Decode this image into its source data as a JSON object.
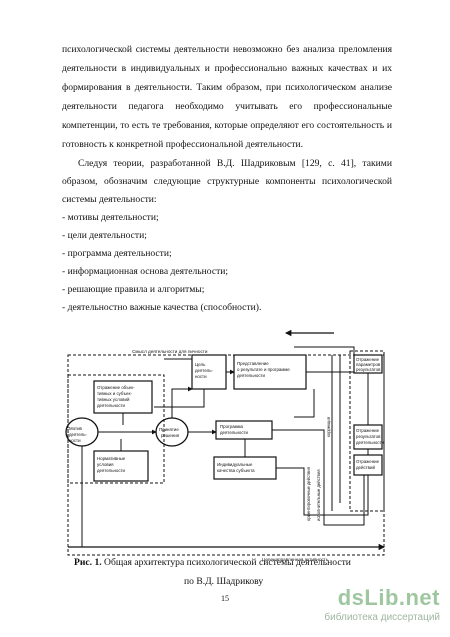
{
  "paragraph1": {
    "lines": [
      "психологической системы деятельности невозможно без анализа преломления",
      "деятельности в индивидуальных и профессионально важных качествах и их",
      "формирования в деятельности. Таким образом, при психологическом анализе",
      "деятельности педагога необходимо учитывать его профессиональные",
      "компетенции, то есть те требования, которые определяют его состоятельность и",
      "готовность к конкретной профессиональной деятельности."
    ]
  },
  "paragraph2": {
    "lines": [
      "Следуя теории, разработанной В.Д. Шадриковым [129, с. 41], такими",
      "образом, обозначим следующие структурные компоненты психологической",
      "системы деятельности:"
    ]
  },
  "list": [
    "- мотивы деятельности;",
    "- цели деятельности;",
    "- программа деятельности;",
    "- информационная основа деятельности;",
    "- решающие правила и алгоритмы;",
    "- деятельностно важные качества (способности)."
  ],
  "diagram": {
    "top_label": "Смысл деятельности для личности",
    "bottom_label": "Целенаправленная активность",
    "blocks": {
      "motives": "Мотив деятель-ности",
      "reflection_conditions": "Отражение объек-тивных и субъек-тивных условий деятельности",
      "normative": "Нормативные условия деятельности",
      "decision": "Принятие решения",
      "goal": "Цель деятель-ности",
      "representation": "Представление о результате и программе деятельности",
      "program": "Программа деятельности",
      "individual": "Индивидуальные качества субъекта",
      "reflect_params": "Отражение параметров результатов",
      "reflect_results": "Отражение результатов деятельности",
      "reflect_actions": "Отражение действий",
      "correction": "коррекция",
      "orient_vert": "ориентировочные действия",
      "exec_vert": "исполнительные действия"
    }
  },
  "caption": {
    "label": "Рис. 1.",
    "line1": "Общая архитектура психологической системы деятельности",
    "line2": "по В.Д. Шадрикову"
  },
  "page_number": "15",
  "watermark": {
    "logo": "dsLib.net",
    "subtitle": "библиотека диссертаций"
  }
}
